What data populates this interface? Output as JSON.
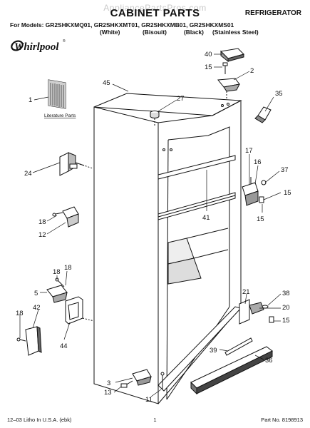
{
  "header": {
    "watermark": "AppliancePartsPros.com",
    "title": "CABINET PARTS",
    "appliance": "REFRIGERATOR",
    "models": "For Models: GR2SHKXMQ01, GR2SHKXMT01, GR2SHKXMB01, GR2SHKXMS01",
    "finishes": [
      "(White)",
      "(Bisouit)",
      "(Black)",
      "(Stainless Steel)"
    ]
  },
  "brand": {
    "logo_text": "Whirlpool",
    "registered_mark": "®"
  },
  "literature_label": "Literature Parts",
  "callouts": [
    {
      "id": "c45",
      "label": "45"
    },
    {
      "id": "c1",
      "label": "1"
    },
    {
      "id": "c27",
      "label": "27"
    },
    {
      "id": "c40",
      "label": "40"
    },
    {
      "id": "c15a",
      "label": "15"
    },
    {
      "id": "c2",
      "label": "2"
    },
    {
      "id": "c35",
      "label": "35"
    },
    {
      "id": "c24",
      "label": "24"
    },
    {
      "id": "c17",
      "label": "17"
    },
    {
      "id": "c16",
      "label": "16"
    },
    {
      "id": "c37",
      "label": "37"
    },
    {
      "id": "c15b",
      "label": "15"
    },
    {
      "id": "c15c",
      "label": "15"
    },
    {
      "id": "c41",
      "label": "41"
    },
    {
      "id": "c18a",
      "label": "18"
    },
    {
      "id": "c12",
      "label": "12"
    },
    {
      "id": "c18b",
      "label": "18"
    },
    {
      "id": "c18c",
      "label": "18"
    },
    {
      "id": "c5",
      "label": "5"
    },
    {
      "id": "c18d",
      "label": "18"
    },
    {
      "id": "c42",
      "label": "42"
    },
    {
      "id": "c44",
      "label": "44"
    },
    {
      "id": "c21",
      "label": "21"
    },
    {
      "id": "c38",
      "label": "38"
    },
    {
      "id": "c20",
      "label": "20"
    },
    {
      "id": "c15d",
      "label": "15"
    },
    {
      "id": "c39",
      "label": "39"
    },
    {
      "id": "c36",
      "label": "36"
    },
    {
      "id": "c3",
      "label": "3"
    },
    {
      "id": "c13",
      "label": "13"
    },
    {
      "id": "c11",
      "label": "11"
    }
  ],
  "footer": {
    "left": "12–03 Litho In U.S.A. (ebk)",
    "center": "1",
    "right": "Part No. 8198913"
  },
  "colors": {
    "line": "#111111",
    "shade": "#7a7a7a",
    "watermark": "#c9c9c9"
  }
}
